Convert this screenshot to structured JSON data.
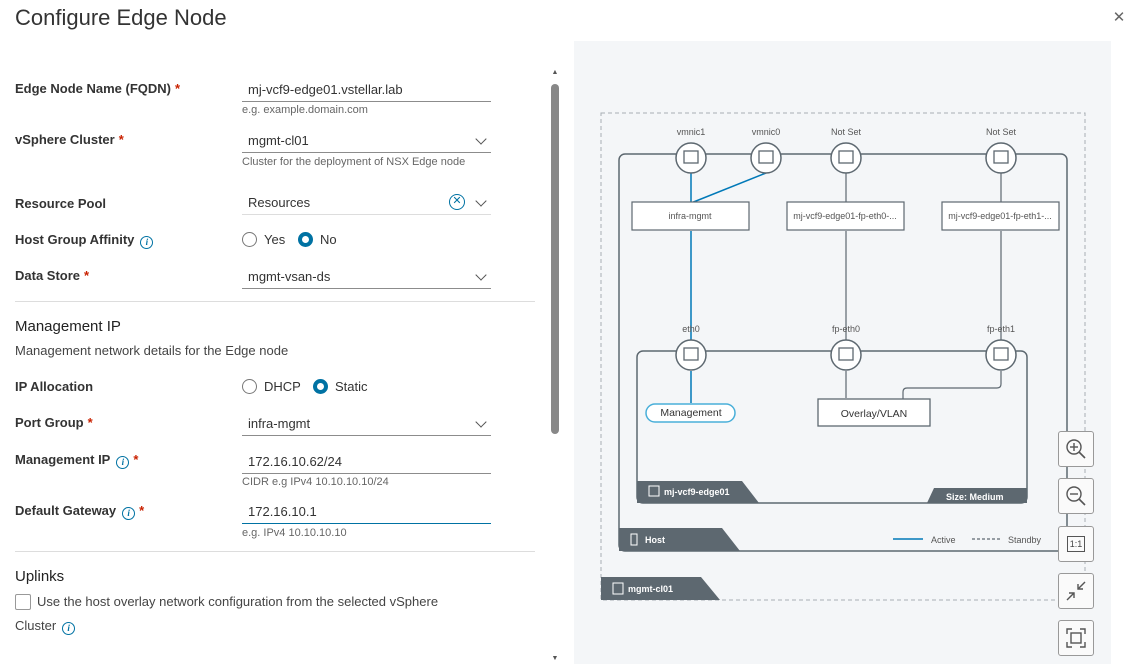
{
  "title": "Configure Edge Node",
  "form": {
    "edge_node_name": {
      "label": "Edge Node Name (FQDN)",
      "value": "mj-vcf9-edge01.vstellar.lab",
      "helper": "e.g. example.domain.com"
    },
    "vsphere_cluster": {
      "label": "vSphere Cluster",
      "value": "mgmt-cl01",
      "helper": "Cluster for the deployment of NSX Edge node"
    },
    "resource_pool": {
      "label": "Resource Pool",
      "value": "Resources"
    },
    "host_group_affinity": {
      "label": "Host Group Affinity",
      "options": [
        "Yes",
        "No"
      ],
      "selected": "No"
    },
    "data_store": {
      "label": "Data Store",
      "value": "mgmt-vsan-ds"
    },
    "management_ip_section": {
      "title": "Management IP",
      "description": "Management network details for the Edge node"
    },
    "ip_allocation": {
      "label": "IP Allocation",
      "options": [
        "DHCP",
        "Static"
      ],
      "selected": "Static"
    },
    "port_group": {
      "label": "Port Group",
      "value": "infra-mgmt"
    },
    "management_ip": {
      "label": "Management IP",
      "value": "172.16.10.62/24",
      "helper": "CIDR e.g IPv4 10.10.10.10/24"
    },
    "default_gateway": {
      "label": "Default Gateway",
      "value": "172.16.10.1",
      "helper": "e.g. IPv4 10.10.10.10"
    },
    "uplinks_section": {
      "title": "Uplinks"
    },
    "use_host_overlay": {
      "label_line1": "Use the host overlay network configuration from the selected vSphere",
      "label_line2": "Cluster",
      "checked": false
    }
  },
  "diagram": {
    "vmnics": [
      {
        "label": "vmnic1"
      },
      {
        "label": "vmnic0"
      },
      {
        "label": "Not Set"
      },
      {
        "label": "Not Set"
      }
    ],
    "port_groups": [
      "infra-mgmt",
      "mj-vcf9-edge01-fp-eth0-...",
      "mj-vcf9-edge01-fp-eth1-..."
    ],
    "edge_ports": [
      "eth0",
      "fp-eth0",
      "fp-eth1"
    ],
    "tags": [
      "Management",
      "Overlay/VLAN"
    ],
    "edge_vm_label": "mj-vcf9-edge01",
    "size_label": "Size: Medium",
    "host_label": "Host",
    "cluster_label": "mgmt-cl01",
    "legend": {
      "active": "Active",
      "standby": "Standby"
    },
    "zoom_ratio_label": "1:1",
    "colors": {
      "active_line": "#0079b8",
      "dark_tab": "#5d6870",
      "background": "#f4f6f8"
    }
  }
}
